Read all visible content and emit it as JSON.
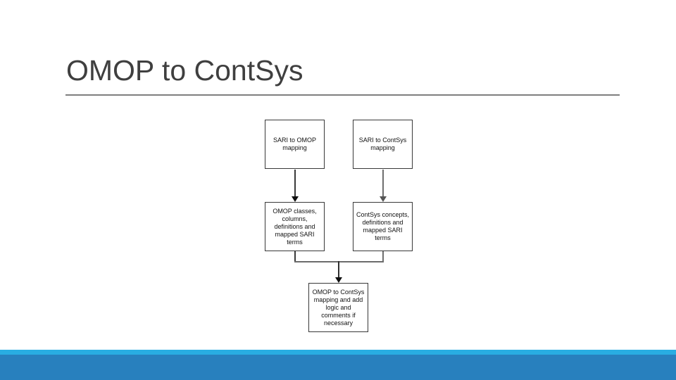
{
  "slide": {
    "title": "OMOP to ContSys"
  },
  "diagram": {
    "type": "flowchart",
    "nodes": [
      {
        "id": "sari-to-omop-mapping",
        "label": "SARI to OMOP\nmapping"
      },
      {
        "id": "sari-to-contsys-mapping",
        "label": "SARI to ContSys\nmapping"
      },
      {
        "id": "omop-classes",
        "label": "OMOP classes,\ncolumns,\ndefinitions and\nmapped SARI\nterms"
      },
      {
        "id": "contsys-concepts",
        "label": "ContSys concepts,\ndefinitions and\nmapped SARI\nterms"
      },
      {
        "id": "omop-to-contsys",
        "label": "OMOP to ContSys\nmapping and add\nlogic and\ncomments if\nnecessary"
      }
    ],
    "edges": [
      {
        "from": "sari-to-omop-mapping",
        "to": "omop-classes",
        "style": "arrow-down"
      },
      {
        "from": "sari-to-contsys-mapping",
        "to": "contsys-concepts",
        "style": "arrow-down"
      },
      {
        "from": "omop-classes",
        "to": "omop-to-contsys",
        "style": "merge-arrow-down"
      },
      {
        "from": "contsys-concepts",
        "to": "omop-to-contsys",
        "style": "merge-arrow-down"
      }
    ]
  },
  "colors": {
    "title_text": "#3f3f3f",
    "title_underline": "#7f7f7f",
    "node_border": "#383838",
    "node_text": "#111111",
    "connector_line": "#4a4a4a",
    "footer_accent_strip": "#29ade2",
    "footer_bar": "#2880be",
    "background": "#ffffff"
  }
}
